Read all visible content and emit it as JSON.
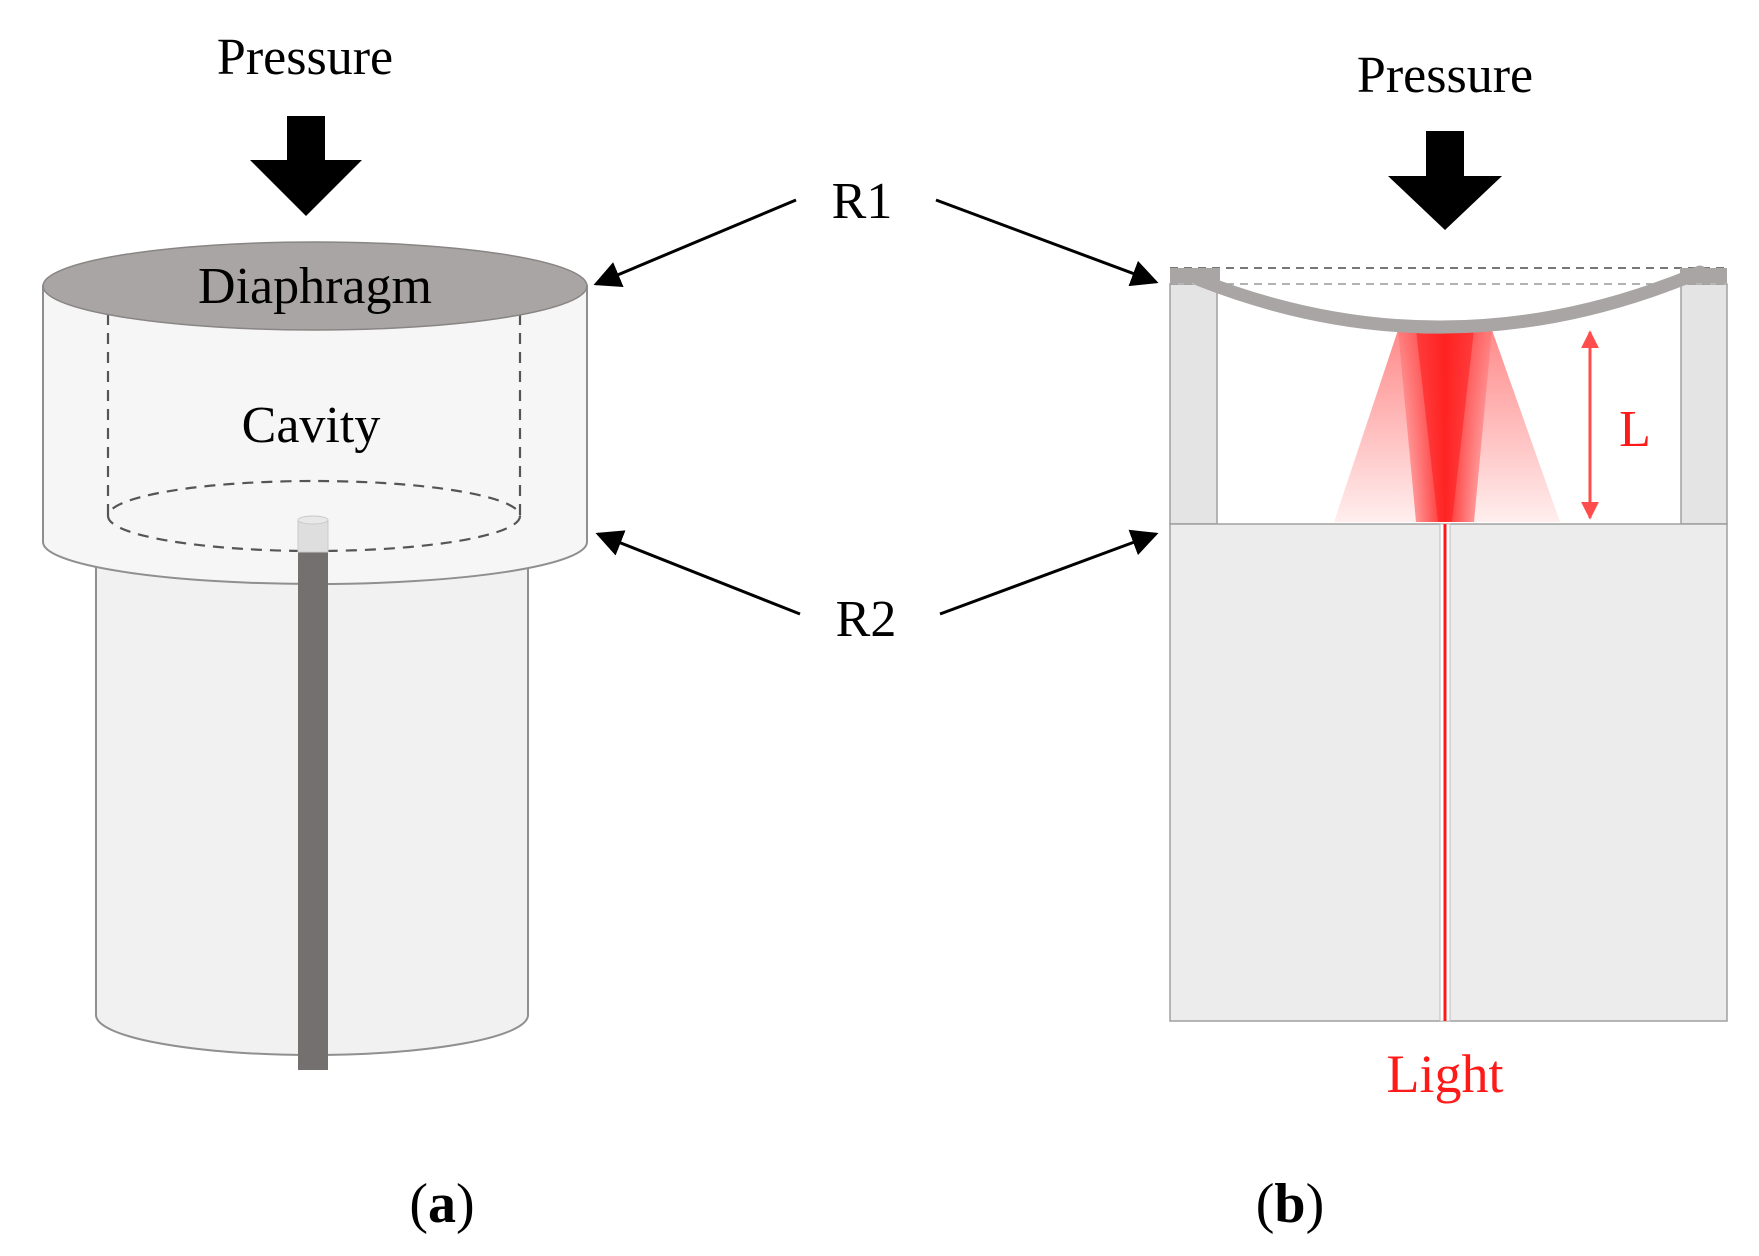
{
  "panel_a": {
    "pressure_label": "Pressure",
    "diaphragm_label": "Diaphragm",
    "cavity_label": "Cavity",
    "tag_open": "(",
    "tag_letter": "a",
    "tag_close": ")"
  },
  "panel_b": {
    "pressure_label": "Pressure",
    "gap_label": "L",
    "light_label": "Light",
    "tag_open": "(",
    "tag_letter": "b",
    "tag_close": ")"
  },
  "callouts": {
    "r1_label": "R1",
    "r2_label": "R2"
  },
  "colors": {
    "diaphragm": "#aaa5a5",
    "fiber": "#757070",
    "housing": "#f1f1f1",
    "light": "#ff1a1a"
  }
}
